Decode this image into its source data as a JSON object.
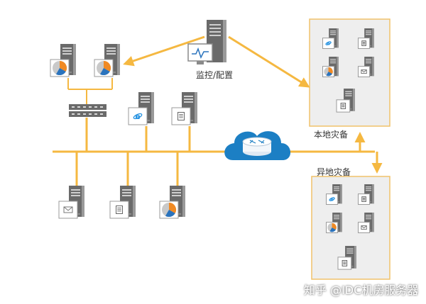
{
  "labels": {
    "monitor_config": "监控/配置",
    "local_dr": "本地灾备",
    "remote_dr": "异地灾备"
  },
  "watermark": "知乎 @IDC机房服务器",
  "colors": {
    "line": "#f5b841",
    "panel_fill": "#eeeeee",
    "panel_border": "#f0c26a",
    "server_dark": "#6a6a6a",
    "server_light": "#9a9a9a",
    "cloud": "#1c7fc4",
    "pie_orange": "#f08a24",
    "pie_blue": "#2a73bd",
    "pie_gray": "#c9c9c9",
    "ie_blue": "#1f8fe0"
  },
  "icons": {
    "pie": "pie-chart-icon",
    "ie": "ie-browser-icon",
    "mail": "mail-icon",
    "doc": "document-icon",
    "monitor": "monitor-chart-icon",
    "switch": "network-switch-icon",
    "router": "router-icon",
    "cloud": "cloud-icon"
  }
}
